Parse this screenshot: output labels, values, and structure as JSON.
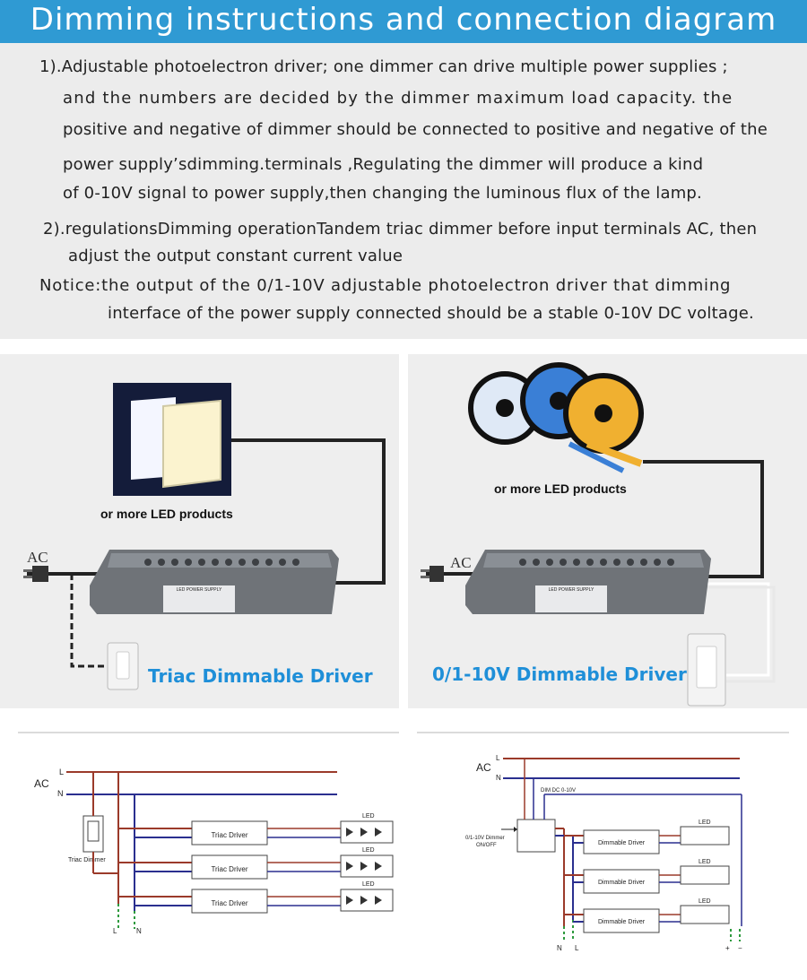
{
  "header": {
    "title": "Dimming instructions and connection diagram"
  },
  "instructions": {
    "lines": [
      "1).Adjustable photoelectron driver; one dimmer can drive multiple power supplies ;",
      "and the numbers are decided by the dimmer maximum load capacity. the",
      "positive and negative of dimmer should be connected to positive and negative of the",
      "power supply’sdimming.terminals ,Regulating the dimmer will produce a kind",
      "of 0-10V signal to power supply,then changing the luminous flux of the lamp.",
      "2).regulationsDimming operationTandem triac dimmer before input terminals AC, then",
      "adjust the output constant current value",
      "Notice:the output of the 0/1-10V adjustable photoelectron driver that dimming",
      "interface of the power supply connected should be a stable 0-10V DC voltage."
    ]
  },
  "left_panel": {
    "product_caption": "or more LED products",
    "ac_label": "AC",
    "driver_label": "Triac Dimmable Driver",
    "psu_label": "LED POWER SUPPLY"
  },
  "right_panel": {
    "product_caption": "or more LED products",
    "ac_label": "AC",
    "driver_label": "0/1-10V Dimmable Driver",
    "psu_label": "LED POWER SUPPLY"
  },
  "left_wiring": {
    "ac": "AC",
    "l": "L",
    "n": "N",
    "dimmer": "Triac Dimmer",
    "driver": "Triac Driver",
    "led": "LED",
    "bottom_l": "L",
    "bottom_n": "N"
  },
  "right_wiring": {
    "ac": "AC",
    "l": "L",
    "n": "N",
    "dim": "DIM DC 0-10V",
    "dimmer_line1": "0/1-10V Dimmer",
    "dimmer_line2": "ON/OFF",
    "driver": "Dimmable Driver",
    "led": "LED",
    "bottom_n": "N",
    "bottom_l": "L",
    "plus": "+",
    "minus": "−"
  },
  "colors": {
    "accent": "#2f9ad3",
    "driver_title": "#1f8fd8",
    "live": "#9b3a2a",
    "neutral": "#2a2f8f",
    "earth": "#2e9a3e"
  }
}
